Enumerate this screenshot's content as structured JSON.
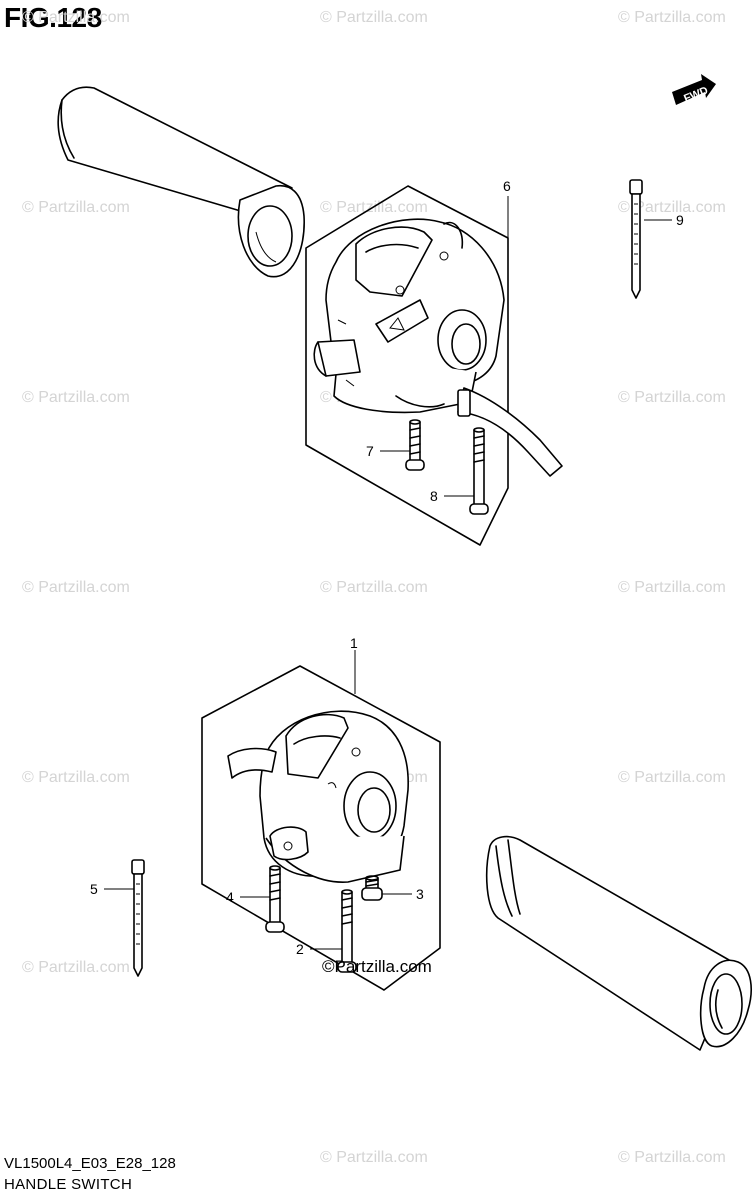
{
  "figure": {
    "title": "FIG.128",
    "model_code": "VL1500L4_E03_E28_128",
    "section_name": "HANDLE SWITCH",
    "fwd_label": "FWD"
  },
  "watermark": {
    "text": "© Partzilla.com",
    "brand_credit": "©Partzilla.com",
    "color": "#d4d4d4"
  },
  "callouts": [
    {
      "number": "1",
      "part": "left handle switch assembly"
    },
    {
      "number": "2",
      "part": "long screw"
    },
    {
      "number": "3",
      "part": "short screw"
    },
    {
      "number": "4",
      "part": "screw"
    },
    {
      "number": "5",
      "part": "cable tie"
    },
    {
      "number": "6",
      "part": "right handle switch assembly"
    },
    {
      "number": "7",
      "part": "screw"
    },
    {
      "number": "8",
      "part": "long screw"
    },
    {
      "number": "9",
      "part": "cable tie"
    }
  ]
}
